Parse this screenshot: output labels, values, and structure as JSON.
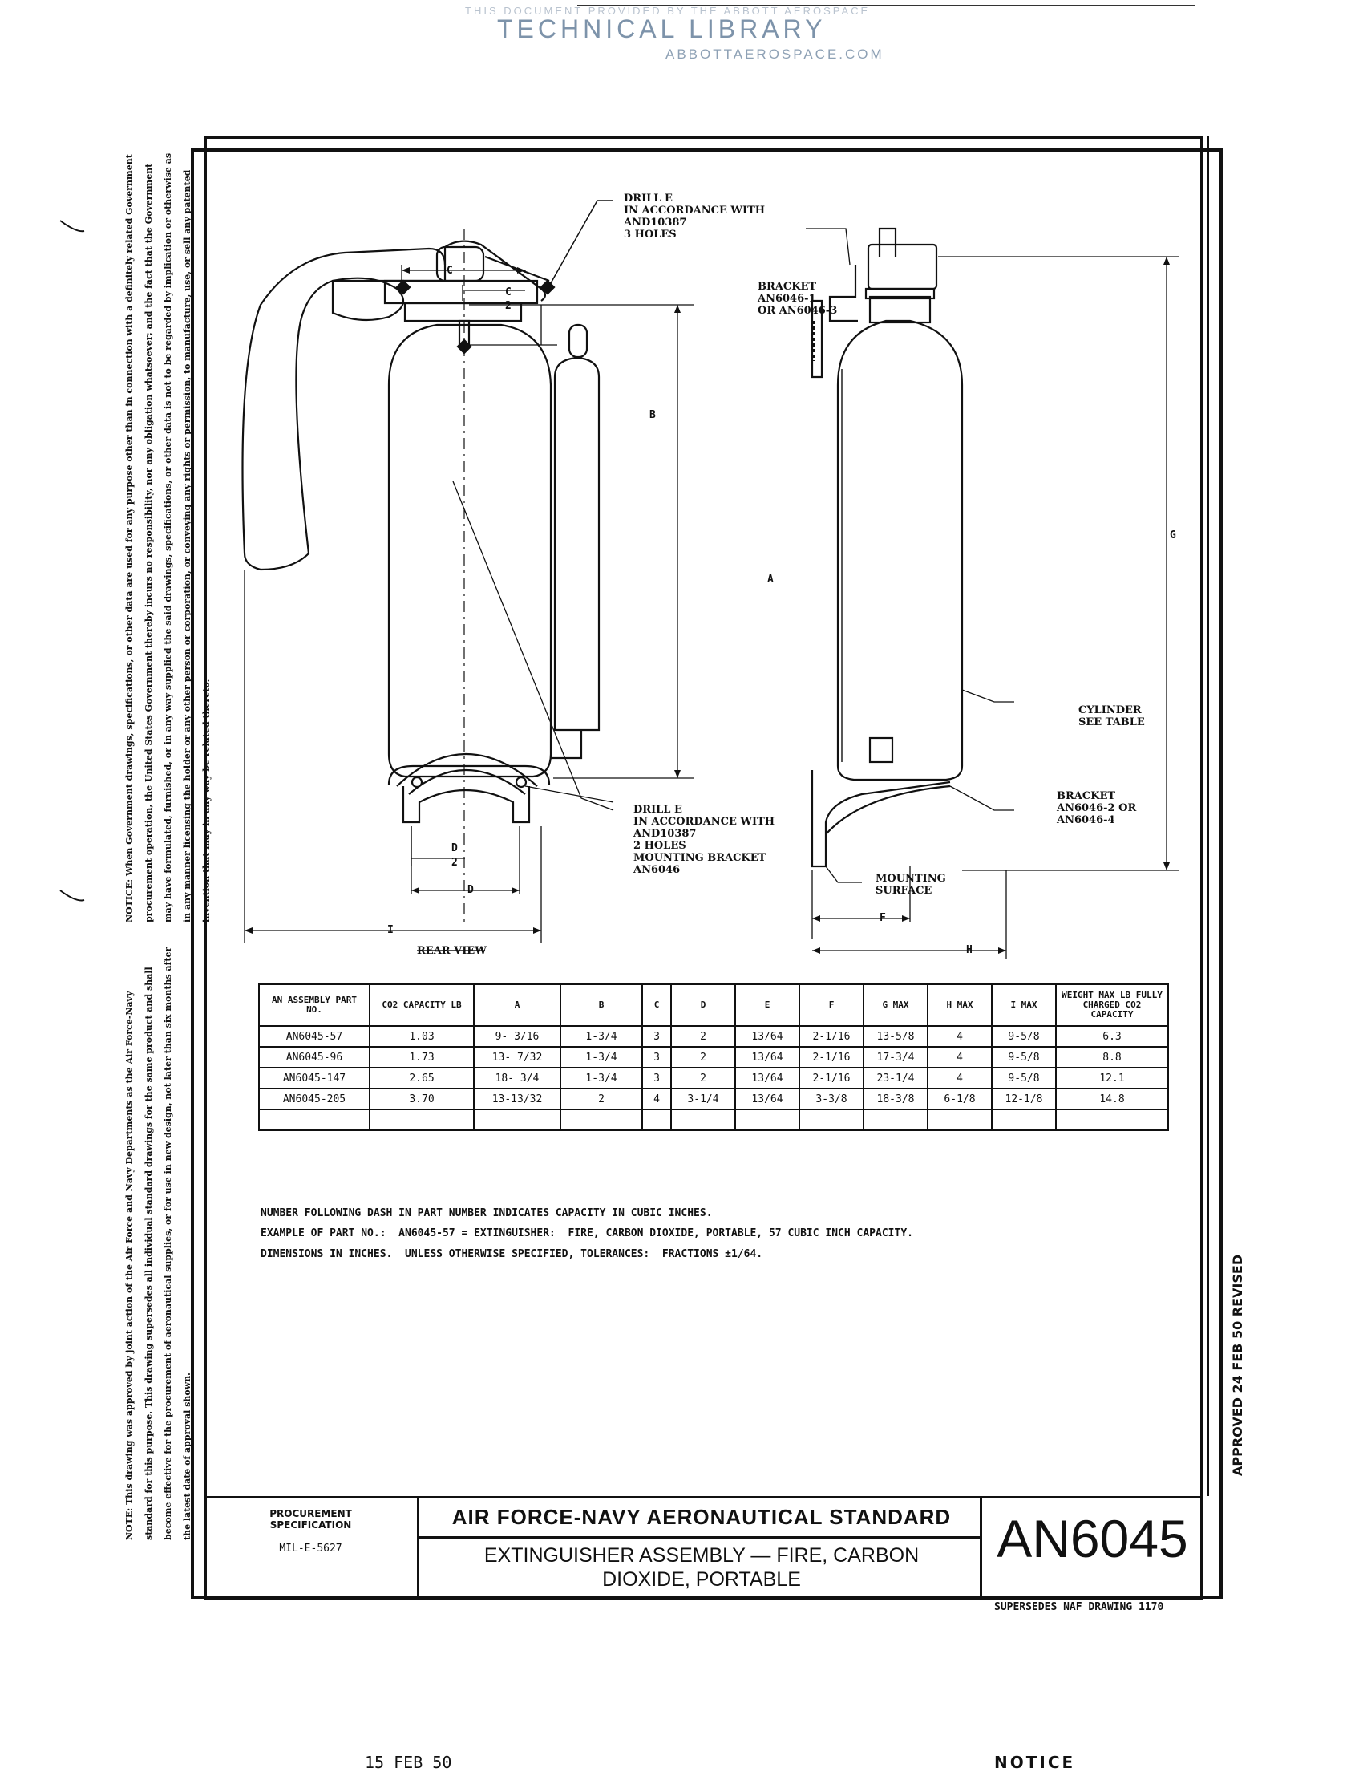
{
  "watermark": {
    "line1": "THIS DOCUMENT PROVIDED BY THE ABBOTT AEROSPACE",
    "title": "TECHNICAL LIBRARY",
    "url": "ABBOTTAEROSPACE.COM"
  },
  "side_notes": {
    "upper": "NOTICE: When Government drawings, specifications, or other data are used for any purpose other than in connection with a definitely related Government procurement operation, the United States Government thereby incurs no responsibility, nor any obligation whatsoever; and the fact that the Government may have formulated, furnished, or in any way supplied the said drawings, specifications, or other data is not to be regarded by implication or otherwise as in any manner licensing the holder or any other person or corporation, or conveying any rights or permission, to manufacture, use, or sell any patented invention that may in any way be related thereto.",
    "lower": "NOTE: This drawing was approved by joint action of the Air Force and Navy Departments as the Air Force-Navy standard for this purpose. This drawing supersedes all individual standard drawings for the same product and shall become effective for the procurement of aeronautical supplies, or for use in new design, not later than six months after the latest date of approval shown."
  },
  "approved": "APPROVED 24 FEB 50   REVISED",
  "drawing": {
    "callouts": {
      "drill_top": "DRILL E\nIN ACCORDANCE WITH\nAND10387\n3 HOLES",
      "bracket_top": "BRACKET\nAN6046-1\nOR AN6046-3",
      "cylinder": "CYLINDER\nSEE TABLE",
      "bracket_bottom": "BRACKET\nAN6046-2 OR\nAN6046-4",
      "drill_bottom": "DRILL E\nIN ACCORDANCE WITH\nAND10387\n2 HOLES\nMOUNTING BRACKET\nAN6046",
      "mounting_surface": "MOUNTING\nSURFACE",
      "rear_view": "REAR VIEW"
    },
    "dims": {
      "c": "C",
      "c_half_num": "C",
      "c_half_den": "2",
      "b": "B",
      "a": "A",
      "g": "G",
      "d": "D",
      "d_half_num": "D",
      "d_half_den": "2",
      "i": "I",
      "f": "F",
      "h": "H"
    }
  },
  "table": {
    "headers": [
      "AN ASSEMBLY PART NO.",
      "CO2 CAPACITY LB",
      "A",
      "B",
      "C",
      "D",
      "E",
      "F",
      "G MAX",
      "H MAX",
      "I MAX",
      "WEIGHT MAX LB FULLY CHARGED CO2 CAPACITY"
    ],
    "rows": [
      [
        "AN6045-57",
        "1.03",
        "9- 3/16",
        "1-3/4",
        "3",
        "2",
        "13/64",
        "2-1/16",
        "13-5/8",
        "4",
        "9-5/8",
        "6.3"
      ],
      [
        "AN6045-96",
        "1.73",
        "13- 7/32",
        "1-3/4",
        "3",
        "2",
        "13/64",
        "2-1/16",
        "17-3/4",
        "4",
        "9-5/8",
        "8.8"
      ],
      [
        "AN6045-147",
        "2.65",
        "18- 3/4",
        "1-3/4",
        "3",
        "2",
        "13/64",
        "2-1/16",
        "23-1/4",
        "4",
        "9-5/8",
        "12.1"
      ],
      [
        "AN6045-205",
        "3.70",
        "13-13/32",
        "2",
        "4",
        "3-1/4",
        "13/64",
        "3-3/8",
        "18-3/8",
        "6-1/8",
        "12-1/8",
        "14.8"
      ],
      [
        "",
        "",
        "",
        "",
        "",
        "",
        "",
        "",
        "",
        "",
        "",
        ""
      ]
    ]
  },
  "notes": [
    "NUMBER FOLLOWING DASH IN PART NUMBER INDICATES CAPACITY IN CUBIC INCHES.",
    "EXAMPLE OF PART NO.:  AN6045-57 = EXTINGUISHER:  FIRE, CARBON DIOXIDE, PORTABLE, 57 CUBIC INCH CAPACITY.",
    "DIMENSIONS IN INCHES.  UNLESS OTHERWISE SPECIFIED, TOLERANCES:  FRACTIONS ±1/64."
  ],
  "title_block": {
    "procurement_label": "PROCUREMENT\nSPECIFICATION",
    "procurement_spec": "MIL-E-5627",
    "standard": "AIR FORCE-NAVY AERONAUTICAL STANDARD",
    "title_line1": "EXTINGUISHER ASSEMBLY — FIRE, CARBON",
    "title_line2": "DIOXIDE,   PORTABLE",
    "part_number": "AN6045",
    "supersedes": "SUPERSEDES NAF DRAWING 1170"
  },
  "stamps": {
    "date": "15 FEB 50",
    "notice": "NOTICE"
  }
}
